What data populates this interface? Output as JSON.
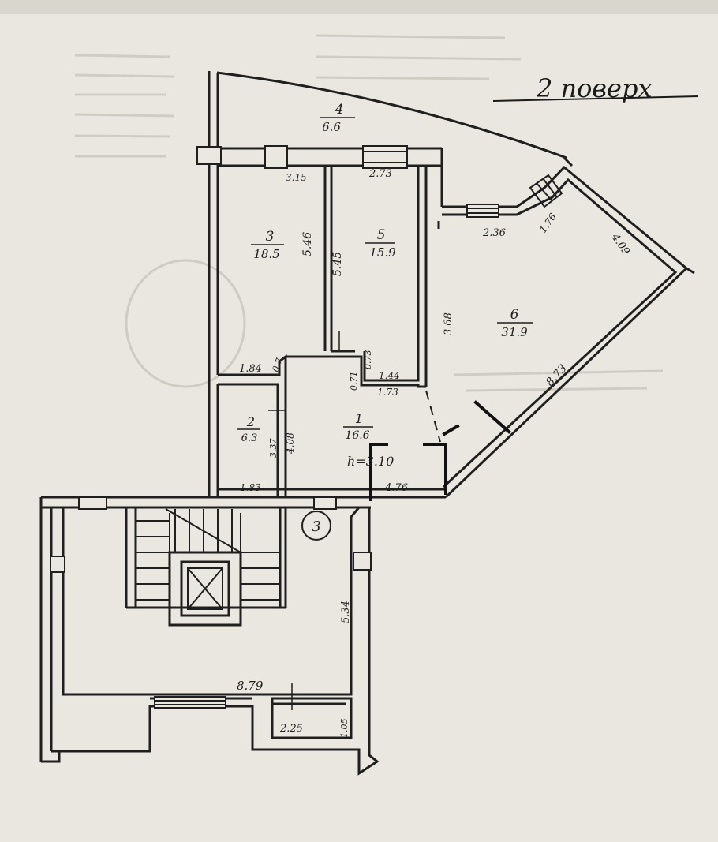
{
  "floor_label": "2 поверх",
  "rooms": [
    {
      "id": "room-4",
      "number": "4",
      "area": "6.6"
    },
    {
      "id": "room-3",
      "number": "3",
      "area": "18.5"
    },
    {
      "id": "room-5",
      "number": "5",
      "area": "15.9"
    },
    {
      "id": "room-6",
      "number": "6",
      "area": "31.9"
    },
    {
      "id": "room-2",
      "number": "2",
      "area": "6.3"
    },
    {
      "id": "room-1",
      "number": "1",
      "area": "16.6"
    }
  ],
  "dimensions": {
    "d_3_15": "3.15",
    "d_2_73": "2.73",
    "d_5_46": "5.46",
    "d_5_45": "5.45",
    "d_2_36": "2.36",
    "d_1_76": "1.76",
    "d_4_09": "4.09",
    "d_3_68": "3.68",
    "d_8_73": "8.73",
    "d_1_84": "1.84",
    "d_0_7": "0.7",
    "d_0_71": "0.71",
    "d_0_73": "0.73",
    "d_1_44": "1.44",
    "d_1_73": "1.73",
    "d_3_37": "3.37",
    "d_4_08": "4.08",
    "d_1_83": "1.83",
    "d_4_76": "4.76",
    "d_5_34": "5.34",
    "d_8_79": "8.79",
    "d_2_25": "2.25",
    "d_1_05": "1.05"
  },
  "ceiling_height": "h=3.10",
  "section_marker": "3",
  "colors": {
    "paper": "#e9e7e0",
    "ink": "#1f1f1f"
  }
}
